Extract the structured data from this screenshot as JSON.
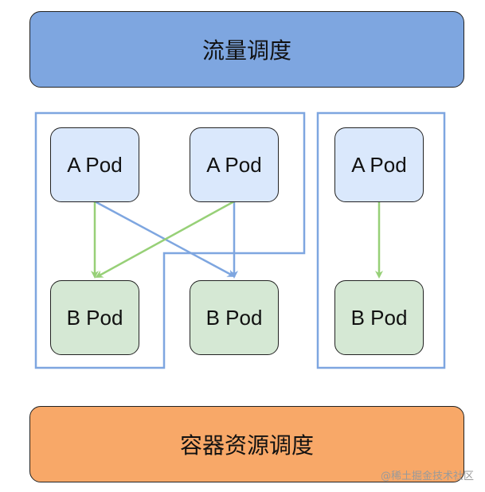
{
  "top_bar": {
    "label": "流量调度"
  },
  "bottom_bar": {
    "label": "容器资源调度"
  },
  "pods": {
    "a1": "A Pod",
    "a2": "A Pod",
    "a3": "A Pod",
    "b1": "B Pod",
    "b2": "B Pod",
    "b3": "B Pod"
  },
  "colors": {
    "group_border": "#7ea6e0",
    "green_arrow": "#97d077",
    "blue_arrow": "#7ea6e0",
    "top_bar_fill": "#7ea6e0",
    "bottom_bar_fill": "#f8a868",
    "pod_a_fill": "#dae8fc",
    "pod_b_fill": "#d5e8d4"
  },
  "watermark": "@稀土掘金技术社区"
}
